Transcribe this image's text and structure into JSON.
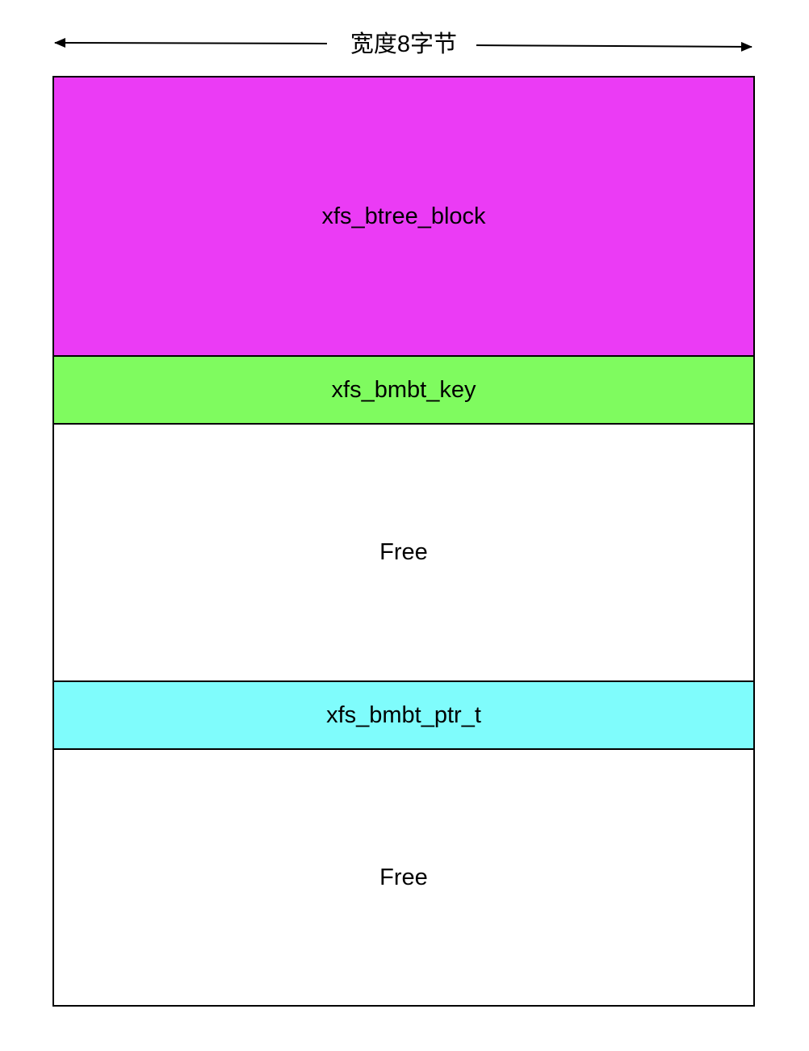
{
  "header": {
    "width_label": "宽度8字节"
  },
  "layout": {
    "segments": [
      {
        "label": "xfs_btree_block",
        "color": "#eb3bf5"
      },
      {
        "label": "xfs_bmbt_key",
        "color": "#7ffb5f"
      },
      {
        "label": "Free",
        "color": "#ffffff"
      },
      {
        "label": "xfs_bmbt_ptr_t",
        "color": "#7ffcfc"
      },
      {
        "label": "Free",
        "color": "#ffffff"
      }
    ]
  }
}
